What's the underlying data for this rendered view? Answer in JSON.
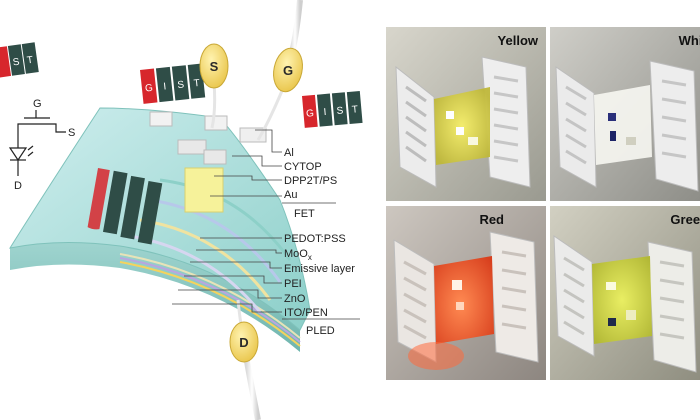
{
  "colors": {
    "gist_red": "#d7262c",
    "gist_dark": "#2f4d47",
    "pin_yellow": "#f1d45c",
    "substrate": "#a7d8d4",
    "emission_yellow": "#e8e24a",
    "emission_red": "#ff6a3c",
    "emission_green": "#d8df45"
  },
  "logo": {
    "letters": [
      "G",
      "I",
      "S",
      "T"
    ]
  },
  "circuit": {
    "gate": "G",
    "source": "S",
    "drain": "D"
  },
  "pins": {
    "source": "S",
    "gate": "G",
    "drain": "D"
  },
  "layers": {
    "fet": [
      "Al",
      "CYTOP",
      "DPP2T/PS",
      "Au"
    ],
    "fet_group": "FET",
    "pled": [
      "PEDOT:PSS",
      "MoO",
      "Emissive layer",
      "PEI",
      "ZnO",
      "ITO/PEN"
    ],
    "moox_subscript": "x",
    "pled_group": "PLED"
  },
  "photos": [
    {
      "label": "Yellow",
      "emission": "emission_yellow"
    },
    {
      "label": "White",
      "emission": "white"
    },
    {
      "label": "Red",
      "emission": "emission_red"
    },
    {
      "label": "Green",
      "emission": "emission_green"
    }
  ]
}
